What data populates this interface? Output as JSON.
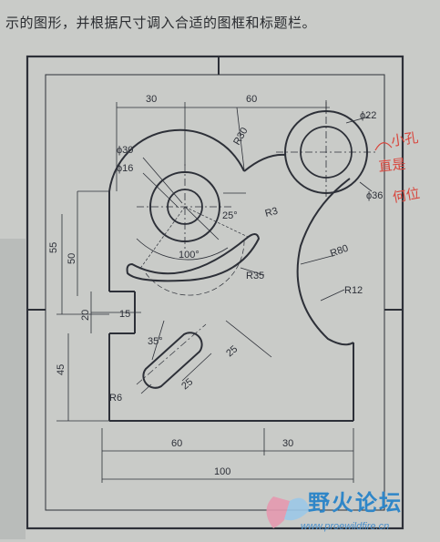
{
  "header_text": "示的图形，并根据尺寸调入合适的图框和标题栏。",
  "dimensions": {
    "d30": "30",
    "d60_top": "60",
    "r30": "R30",
    "phi22": "ϕ22",
    "phi30": "ϕ30",
    "phi16": "ϕ16",
    "phi36": "ϕ36",
    "ang25": "25°",
    "r3": "R3",
    "ang100": "100°",
    "r35": "R35",
    "r80": "R80",
    "r12": "R12",
    "d55": "55",
    "d50": "50",
    "d20": "20",
    "d15": "15",
    "ang35": "35°",
    "d25a": "25",
    "d25b": "25",
    "d45": "45",
    "r6": "R6",
    "d60_bottom": "60",
    "d30_bottom": "30",
    "d100": "100"
  },
  "handwriting": [
    "小孔",
    "直是",
    "何位"
  ],
  "watermark": {
    "name": "野火论坛",
    "url": "www.proewildfire.cn"
  },
  "colors": {
    "paper": "#c9cbc8",
    "ink": "#2d3038",
    "handwriting": "#d8463d",
    "watermark": "#2f86c8"
  }
}
